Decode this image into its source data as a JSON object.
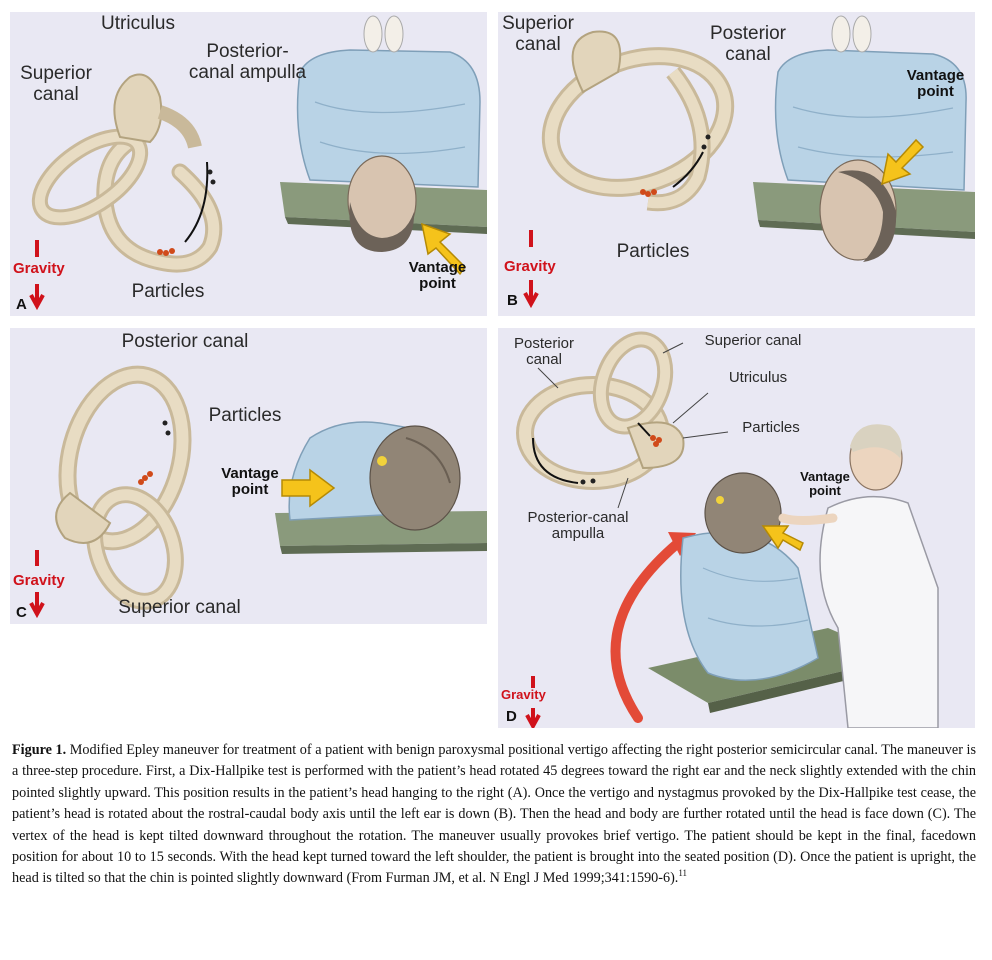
{
  "panels": {
    "A": {
      "letter": "A",
      "gravity": "Gravity",
      "labels": {
        "utriculus": "Utriculus",
        "superior_canal": "Superior\ncanal",
        "ampulla": "Posterior-\ncanal ampulla",
        "particles": "Particles",
        "vantage": "Vantage\npoint"
      }
    },
    "B": {
      "letter": "B",
      "gravity": "Gravity",
      "labels": {
        "superior_canal": "Superior\ncanal",
        "posterior_canal": "Posterior\ncanal",
        "particles": "Particles",
        "vantage": "Vantage\npoint"
      }
    },
    "C": {
      "letter": "C",
      "gravity": "Gravity",
      "labels": {
        "posterior_canal": "Posterior canal",
        "particles": "Particles",
        "vantage": "Vantage\npoint",
        "superior_canal": "Superior canal"
      }
    },
    "D": {
      "letter": "D",
      "gravity": "Gravity",
      "labels": {
        "posterior_canal": "Posterior\ncanal",
        "superior_canal": "Superior canal",
        "utriculus": "Utriculus",
        "particles": "Particles",
        "vantage": "Vantage\npoint",
        "ampulla": "Posterior-canal\nampulla"
      }
    }
  },
  "caption": {
    "figure_label": "Figure 1.",
    "text": " Modified Epley maneuver for treatment of a patient with benign paroxysmal positional vertigo affecting the right posterior semicircular canal. The maneuver is a three-step procedure. First, a Dix-Hallpike test is performed with the patient’s head rotated 45 degrees toward the right ear and the neck slightly extended with the chin pointed slightly upward. This position results in the patient’s head hanging to the right (A). Once the vertigo and nystagmus provoked by the Dix-Hallpike test cease, the patient’s head is rotated about the rostral-caudal body axis until the left ear is down (B). Then the head and body are further rotated until the head is face down (C). The vertex of the head is kept tilted downward throughout the rotation. The maneuver usually provokes brief vertigo. The patient should be kept in the final, facedown position for about 10 to 15 seconds. With the head kept turned toward the left shoulder, the patient is brought into the seated position (D). Once the patient is upright, the head is tilted so that the chin is pointed slightly downward (From Furman JM, et al. N Engl J Med 1999;341:1590-6).",
    "reference": "11"
  }
}
